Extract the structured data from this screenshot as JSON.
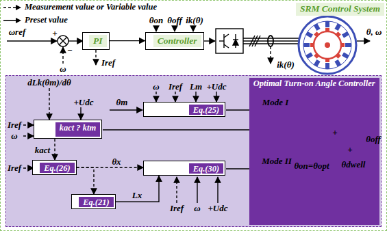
{
  "diagram": {
    "nodes": [
      {
        "text": [
          "SRM Control System"
        ]
      },
      {
        "text": [
          "PI"
        ],
        "in": 0
      },
      {
        "text": [
          "Controller"
        ],
        "in": 0
      },
      {
        "text": [
          "Optimal Turn-on Angle Controller"
        ],
        "in": 0
      },
      {
        "text": [
          "Eq.(25)"
        ],
        "in": 3
      },
      {
        "text": [
          "kact ? ktm"
        ],
        "in": 3
      },
      {
        "text": [
          "Eq.(26)"
        ],
        "in": 3
      },
      {
        "text": [
          "Eq.(30)"
        ],
        "in": 3
      },
      {
        "text": [
          "Eq.(21)"
        ],
        "in": 3
      }
    ],
    "edges": [
      {
        "from": 1,
        "to": 2,
        "arrow": "to"
      },
      {
        "from": 5,
        "to": 6,
        "arrow": "to",
        "label": "kact"
      },
      {
        "from": 6,
        "to": 7,
        "arrow": "to",
        "label": "θx"
      },
      {
        "from": 6,
        "to": 8,
        "arrow": "to"
      },
      {
        "from": 8,
        "to": 7,
        "arrow": "to",
        "label": "Lx"
      }
    ],
    "labels": [
      "ωref",
      "+",
      "−",
      "ω",
      "θon",
      "θoff",
      "ik(θ)",
      "Iref",
      "ik(θ)",
      "θ, ω",
      "dLk(θm)/dθ",
      "+Udc",
      "θm",
      "ω",
      "Iref",
      "Lm",
      "+Udc",
      "Iref",
      "ω",
      "Iref",
      "Iref",
      "ω",
      "+Udc",
      "Mode I",
      "Mode II",
      "θon=θopt",
      "+",
      "+",
      "θdwell",
      "θoff"
    ],
    "legend": [
      {
        "text": "Measurement value or Variable value"
      },
      {
        "text": "Preset value"
      }
    ]
  }
}
